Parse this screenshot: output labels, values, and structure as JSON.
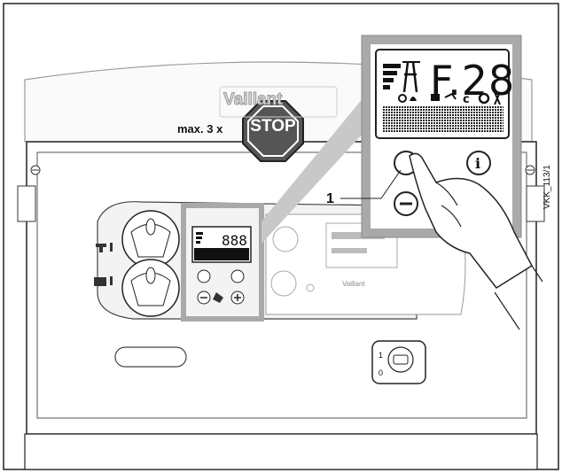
{
  "labels": {
    "max_repeat": "max. 3 x",
    "callout_number": "1",
    "figure_reference": "VKK_113/1",
    "stop_sign": "STOP",
    "brand": "Vaillant",
    "brand_small": "Vaillant"
  },
  "display": {
    "fault_code": "F.28",
    "small_display_code": "888"
  },
  "colors": {
    "panel_gray": "#a9a9a9",
    "stop_red": "#555555",
    "line": "#222222"
  }
}
